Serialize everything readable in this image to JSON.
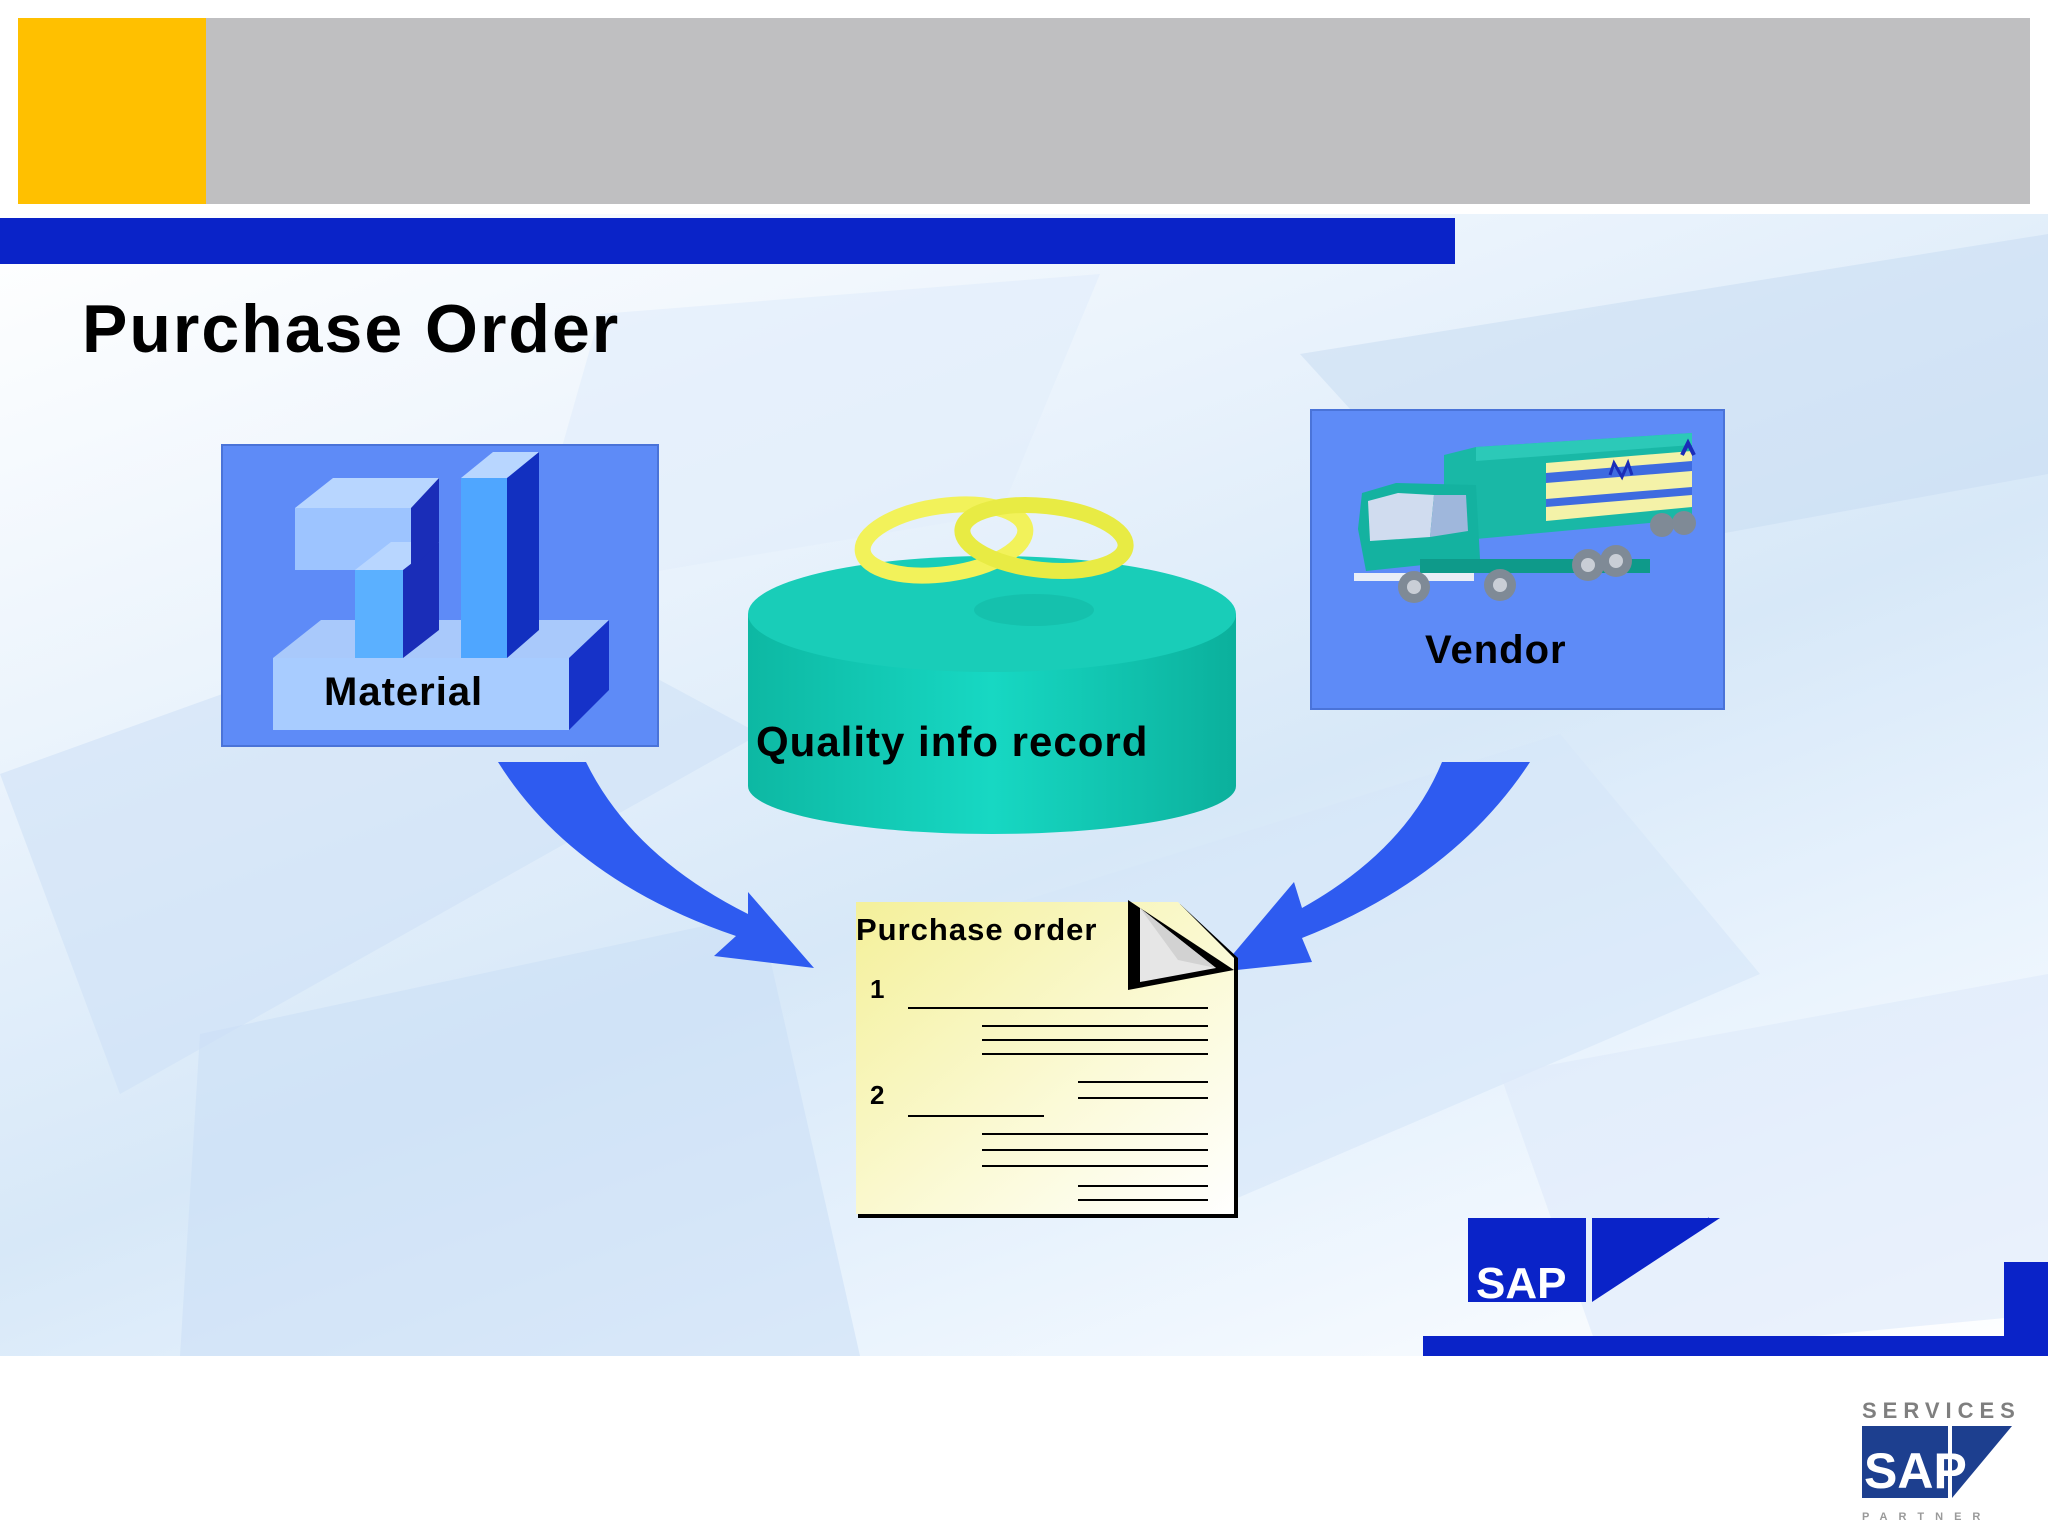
{
  "slide": {
    "title": "Purchase Order",
    "material_label": "Material",
    "vendor_label": "Vendor",
    "quality_info_record_label": "Quality info record",
    "purchase_order_doc": {
      "label": "Purchase order",
      "item_1": "1",
      "item_2": "2"
    }
  },
  "logos": {
    "sap_main": "SAP",
    "sap_services": "SAP",
    "services_text": "SERVICES",
    "partner_text": "PARTNER"
  },
  "colors": {
    "header_yellow": "#FFC000",
    "header_gray": "#BFBFC1",
    "brand_blue": "#0A23C8",
    "box_blue": "#5E8BF7",
    "arrow_blue": "#2E5BF0",
    "cylinder_teal": "#0FC9B4",
    "ring_yellow": "#F2F25A"
  },
  "icons": {
    "material": "building-blocks-icon",
    "vendor": "truck-icon",
    "quality_info_record": "database-cylinder-icon",
    "rings": "rings-icon",
    "purchase_order": "document-icon"
  }
}
